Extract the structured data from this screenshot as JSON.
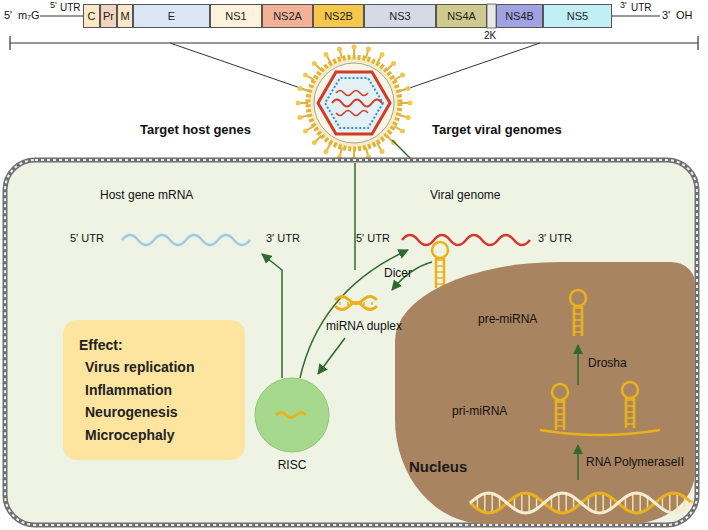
{
  "diagram": {
    "nodes": [
      {
        "text": [
          "C"
        ]
      },
      {
        "text": [
          "Pr"
        ]
      },
      {
        "text": [
          "M"
        ]
      },
      {
        "text": [
          "E"
        ]
      },
      {
        "text": [
          "NS1"
        ]
      },
      {
        "text": [
          "NS2A"
        ]
      },
      {
        "text": [
          "NS2B"
        ]
      },
      {
        "text": [
          "NS3"
        ]
      },
      {
        "text": [
          "NS4A"
        ]
      },
      {
        "text": [
          "NS4B"
        ]
      },
      {
        "text": [
          "NS5"
        ]
      },
      {
        "text": [
          "Effect:",
          "Virus replication",
          "Inflammation",
          "Neurogenesis",
          "Microcephaly"
        ]
      },
      {
        "text": [
          "RISC"
        ]
      },
      {
        "text": [
          "Nucleus"
        ]
      }
    ],
    "labels": [
      "5'",
      "m₇G",
      "5'",
      "UTR",
      "3'",
      "UTR",
      "3'",
      "OH",
      "2K",
      "Target host genes",
      "Target viral genomes",
      "Host gene mRNA",
      "5' UTR",
      "3' UTR",
      "Viral genome",
      "5' UTR",
      "3' UTR",
      "Dicer",
      "pre-miRNA",
      "miRNA duplex",
      "Drosha",
      "pri-miRNA",
      "RNA PolymeraseII"
    ]
  }
}
